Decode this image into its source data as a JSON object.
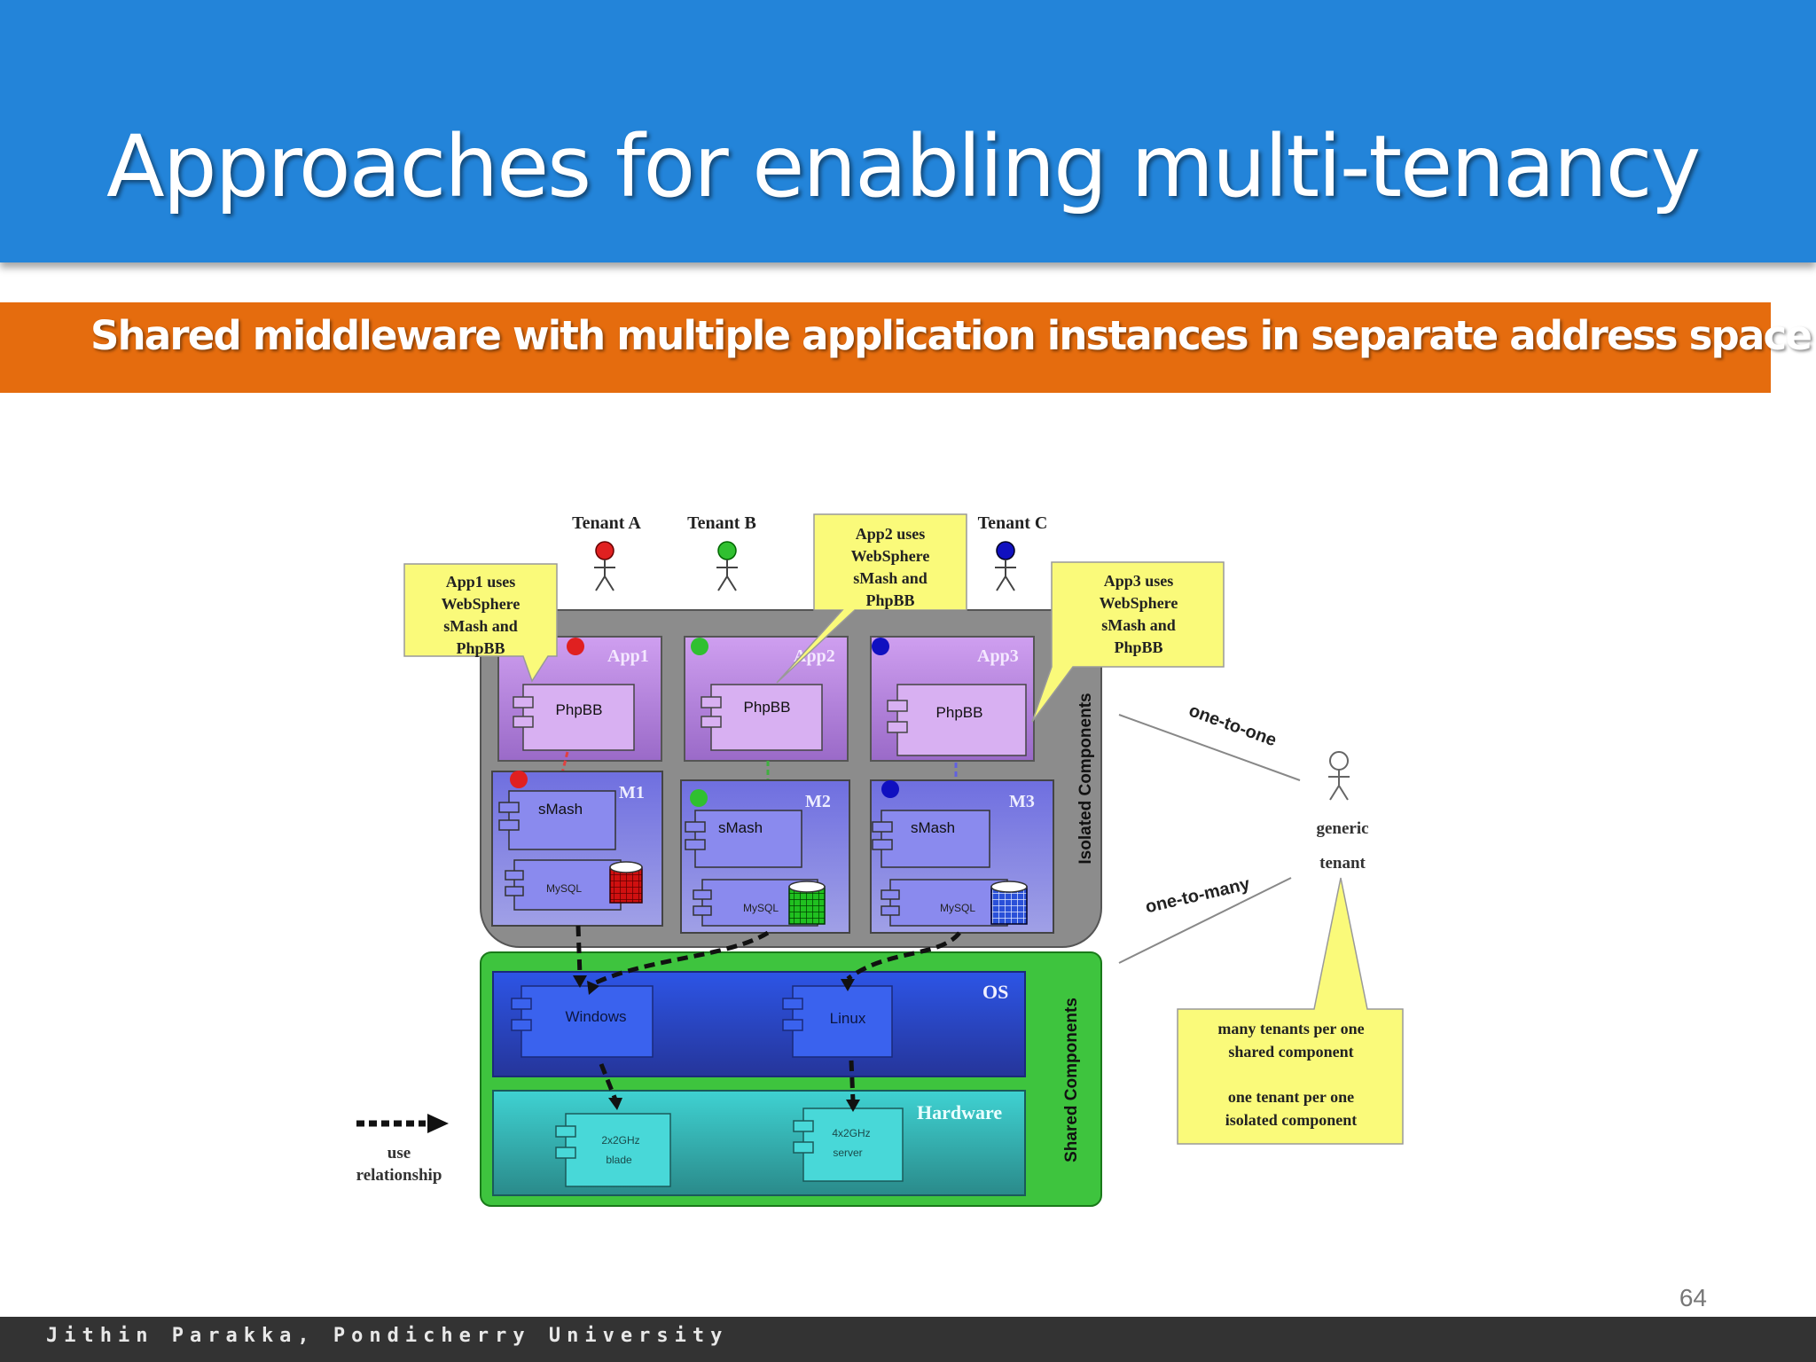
{
  "slide": {
    "title": "Approaches for enabling multi-tenancy",
    "subtitle": "Shared middleware with multiple application instances in separate address space",
    "page_number": "64",
    "footer": "Jithin Parakka, Pondicherry University"
  },
  "diagram": {
    "tenants": [
      {
        "label": "Tenant A",
        "color": "#e02020"
      },
      {
        "label": "Tenant B",
        "color": "#30c030"
      },
      {
        "label": "Tenant C",
        "color": "#1010c0"
      }
    ],
    "callouts": {
      "app1": [
        "App1 uses",
        "WebSphere",
        "sMash and",
        "PhpBB"
      ],
      "app2": [
        "App2 uses",
        "WebSphere",
        "sMash and",
        "PhpBB"
      ],
      "app3": [
        "App3 uses",
        "WebSphere",
        "sMash and",
        "PhpBB"
      ],
      "legend": [
        "many tenants per one",
        "shared component",
        "",
        "one tenant per one",
        "isolated component"
      ]
    },
    "apps": [
      {
        "name": "App1",
        "component": "PhpBB"
      },
      {
        "name": "App2",
        "component": "PhpBB"
      },
      {
        "name": "App3",
        "component": "PhpBB"
      }
    ],
    "middleware": [
      {
        "name": "M1",
        "component": "sMash",
        "db": "MySQL"
      },
      {
        "name": "M2",
        "component": "sMash",
        "db": "MySQL"
      },
      {
        "name": "M3",
        "component": "sMash",
        "db": "MySQL"
      }
    ],
    "isolated_label": "Isolated Components",
    "shared_label": "Shared Components",
    "os": {
      "label": "OS",
      "components": [
        "Windows",
        "Linux"
      ]
    },
    "hardware": {
      "label": "Hardware",
      "components": [
        [
          "2x2GHz",
          "blade"
        ],
        [
          "4x2GHz",
          "server"
        ]
      ]
    },
    "relations": {
      "one_to_one": "one-to-one",
      "one_to_many": "one-to-many"
    },
    "generic_tenant": [
      "generic",
      "tenant"
    ],
    "use_relationship": [
      "use",
      "relationship"
    ],
    "colors": {
      "isolated_bg": "#8c8c8c",
      "shared_bg": "#3ec43e",
      "app_box": "#c490e8",
      "middleware_box": "#7f7fe8",
      "os_box": "#2f4fd8",
      "hardware_box": "#3fc8c8",
      "callout": "#fafa7a"
    }
  }
}
